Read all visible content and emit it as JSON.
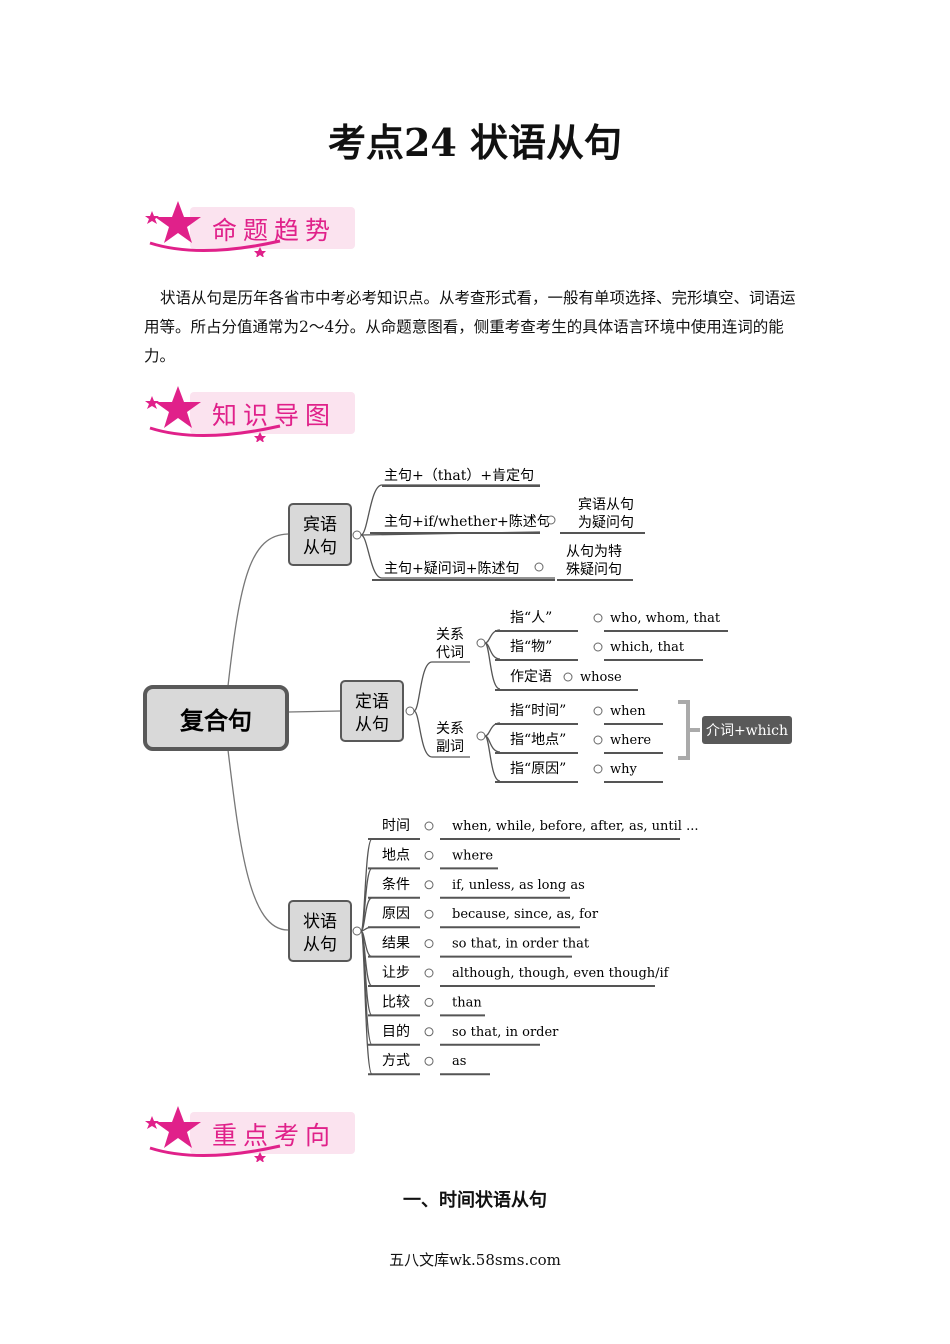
{
  "title": "考点24 状语从句",
  "banners": {
    "trend": "命题趋势",
    "map": "知识导图",
    "focus": "重点考向"
  },
  "intro": "状语从句是历年各省市中考必考知识点。从考查形式看，一般有单项选择、完形填空、词语运用等。所占分值通常为2～4分。从命题意图看，侧重考查考生的具体语言环境中使用连词的能力。",
  "mindmap": {
    "root": "复合句",
    "object": {
      "label": [
        "宾语",
        "从句"
      ],
      "items": [
        "主句+（that）+肯定句",
        "主句+if/whether+陈述句",
        "主句+疑问词+陈述句"
      ],
      "notes": [
        [
          "宾语从句",
          "为疑问句"
        ],
        [
          "从句为特",
          "殊疑问句"
        ]
      ]
    },
    "attributive": {
      "label": [
        "定语",
        "从句"
      ],
      "pronoun_label": [
        "关系",
        "代词"
      ],
      "pronouns": [
        {
          "k": "指“人”",
          "v": "who, whom, that"
        },
        {
          "k": "指“物”",
          "v": "which, that"
        },
        {
          "k": "作定语",
          "v": "whose"
        }
      ],
      "adverb_label": [
        "关系",
        "副词"
      ],
      "adverbs": [
        {
          "k": "指“时间”",
          "v": "when"
        },
        {
          "k": "指“地点”",
          "v": "where"
        },
        {
          "k": "指“原因”",
          "v": "why"
        }
      ],
      "callout": "介词+which"
    },
    "adverbial": {
      "label": [
        "状语",
        "从句"
      ],
      "items": [
        {
          "k": "时间",
          "v": "when, while, before, after, as, until ..."
        },
        {
          "k": "地点",
          "v": "where"
        },
        {
          "k": "条件",
          "v": "if, unless, as long as"
        },
        {
          "k": "原因",
          "v": "because, since, as, for"
        },
        {
          "k": "结果",
          "v": "so that, in order that"
        },
        {
          "k": "让步",
          "v": "although, though, even though/if"
        },
        {
          "k": "比较",
          "v": "than"
        },
        {
          "k": "目的",
          "v": "so that, in order"
        },
        {
          "k": "方式",
          "v": "as"
        }
      ]
    }
  },
  "section_heading": "一、时间状语从句",
  "footer": "五八文库wk.58sms.com",
  "colors": {
    "accent": "#e0218a",
    "box_fill": "#d9d9d9",
    "box_stroke": "#595959",
    "line": "#555555",
    "callout_bg": "#595959"
  }
}
